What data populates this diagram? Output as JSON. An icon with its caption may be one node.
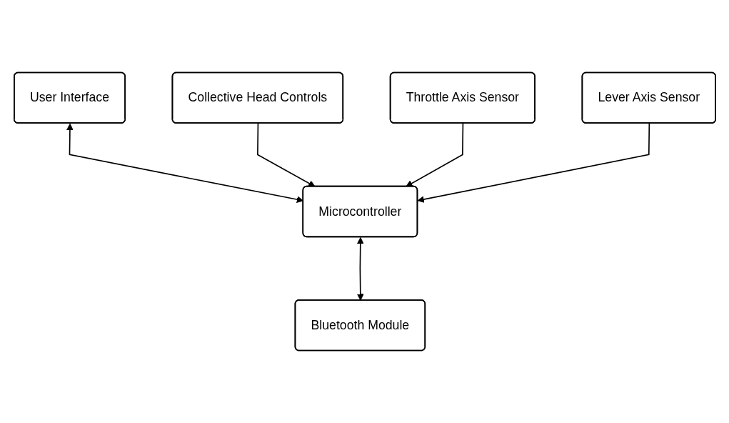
{
  "diagram": {
    "nodes": [
      {
        "text": [
          "User Interface"
        ]
      },
      {
        "text": [
          "Collective Head Controls"
        ]
      },
      {
        "text": [
          "Throttle Axis Sensor"
        ]
      },
      {
        "text": [
          "Microcontroller"
        ]
      },
      {
        "text": [
          "Lever Axis Sensor"
        ]
      },
      {
        "text": [
          "Bluetooth Module"
        ]
      }
    ],
    "edges": [
      {
        "from": 0,
        "to": 3,
        "arrow": "both"
      },
      {
        "from": 1,
        "to": 3,
        "arrow": "to"
      },
      {
        "from": 2,
        "to": 3,
        "arrow": "to"
      },
      {
        "from": 4,
        "to": 3,
        "arrow": "to"
      },
      {
        "from": 3,
        "to": 5,
        "arrow": "both"
      }
    ]
  }
}
